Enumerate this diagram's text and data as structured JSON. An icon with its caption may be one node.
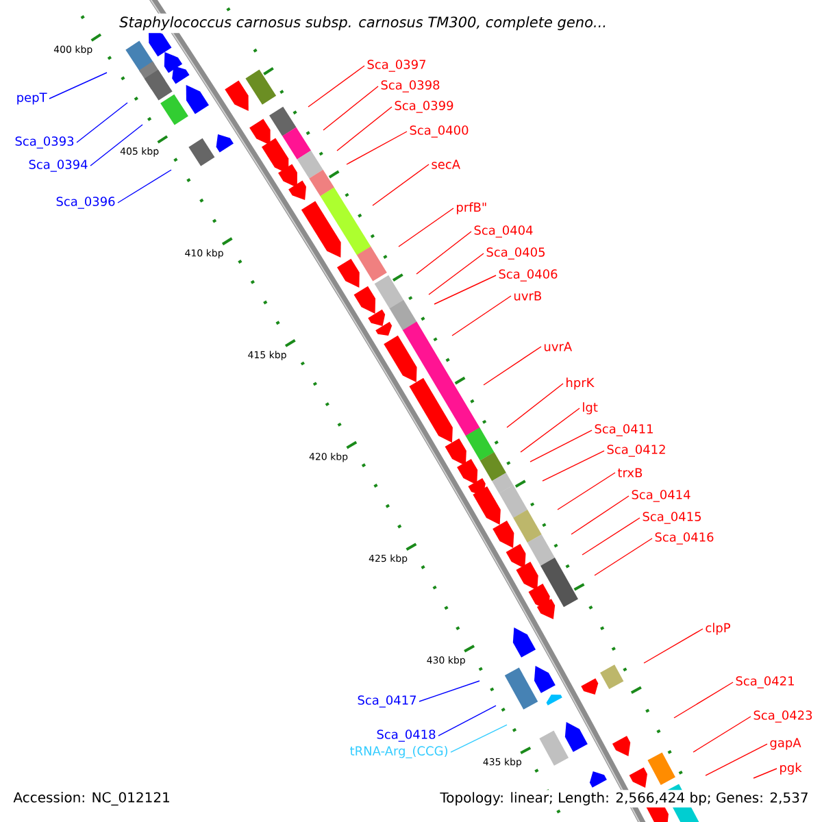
{
  "diagram": {
    "title": "Staphylococcus carnosus subsp. carnosus TM300, complete geno...",
    "nodes": [
      {
        "text": [
          "Sca_0397"
        ]
      },
      {
        "text": [
          "Sca_0398"
        ]
      },
      {
        "text": [
          "pepT"
        ]
      },
      {
        "text": [
          "Sca_0399"
        ]
      },
      {
        "text": [
          "Sca_0400"
        ]
      },
      {
        "text": [
          "Sca_0393"
        ]
      },
      {
        "text": [
          "secA"
        ]
      },
      {
        "text": [
          "Sca_0394"
        ]
      },
      {
        "text": [
          "Sca_0396"
        ]
      },
      {
        "text": [
          "prfB\""
        ]
      },
      {
        "text": [
          "Sca_0404"
        ]
      },
      {
        "text": [
          "Sca_0405"
        ]
      },
      {
        "text": [
          "Sca_0406"
        ]
      },
      {
        "text": [
          "uvrB"
        ]
      },
      {
        "text": [
          "uvrA"
        ]
      },
      {
        "text": [
          "hprK"
        ]
      },
      {
        "text": [
          "lgt"
        ]
      },
      {
        "text": [
          "Sca_0411"
        ]
      },
      {
        "text": [
          "Sca_0412"
        ]
      },
      {
        "text": [
          "trxB"
        ]
      },
      {
        "text": [
          "Sca_0414"
        ]
      },
      {
        "text": [
          "Sca_0415"
        ]
      },
      {
        "text": [
          "Sca_0416"
        ]
      },
      {
        "text": [
          "clpP"
        ]
      },
      {
        "text": [
          "Sca_0421"
        ]
      },
      {
        "text": [
          "Sca_0417"
        ]
      },
      {
        "text": [
          "Sca_0423"
        ]
      },
      {
        "text": [
          "Sca_0418"
        ]
      },
      {
        "text": [
          "gapA"
        ]
      },
      {
        "text": [
          "tRNA-Arg_(CCG)"
        ]
      },
      {
        "text": [
          "pgk"
        ]
      }
    ],
    "edges": [
      {
        "from": 0,
        "to": null,
        "arrow": "none"
      },
      {
        "from": 1,
        "to": null,
        "arrow": "none"
      },
      {
        "from": 2,
        "to": null,
        "arrow": "none",
        "color": "#0000ff"
      },
      {
        "from": 3,
        "to": null,
        "arrow": "none"
      },
      {
        "from": 4,
        "to": null,
        "arrow": "none"
      },
      {
        "from": 5,
        "to": null,
        "arrow": "none",
        "color": "#0000ff"
      },
      {
        "from": 6,
        "to": null,
        "arrow": "none"
      },
      {
        "from": 7,
        "to": null,
        "arrow": "none",
        "color": "#0000ff"
      },
      {
        "from": 8,
        "to": null,
        "arrow": "none",
        "color": "#0000ff"
      },
      {
        "from": 9,
        "to": null,
        "arrow": "none"
      },
      {
        "from": 10,
        "to": null,
        "arrow": "none"
      },
      {
        "from": 11,
        "to": null,
        "arrow": "none"
      },
      {
        "from": 12,
        "to": null,
        "arrow": "none"
      },
      {
        "from": 13,
        "to": null,
        "arrow": "none"
      },
      {
        "from": 14,
        "to": null,
        "arrow": "none"
      },
      {
        "from": 15,
        "to": null,
        "arrow": "none"
      },
      {
        "from": 16,
        "to": null,
        "arrow": "none"
      },
      {
        "from": 17,
        "to": null,
        "arrow": "none"
      },
      {
        "from": 18,
        "to": null,
        "arrow": "none"
      },
      {
        "from": 19,
        "to": null,
        "arrow": "none"
      },
      {
        "from": 20,
        "to": null,
        "arrow": "none"
      },
      {
        "from": 21,
        "to": null,
        "arrow": "none"
      },
      {
        "from": 22,
        "to": null,
        "arrow": "none"
      },
      {
        "from": 23,
        "to": null,
        "arrow": "none"
      },
      {
        "from": 24,
        "to": null,
        "arrow": "none"
      },
      {
        "from": 25,
        "to": null,
        "arrow": "none",
        "color": "#0000ff"
      },
      {
        "from": 26,
        "to": null,
        "arrow": "none"
      },
      {
        "from": 27,
        "to": null,
        "arrow": "none",
        "color": "#0000ff"
      },
      {
        "from": 28,
        "to": null,
        "arrow": "none"
      },
      {
        "from": 29,
        "to": null,
        "arrow": "none",
        "color": "#33ccff"
      },
      {
        "from": 30,
        "to": null,
        "arrow": "none"
      }
    ],
    "labels": [
      "400 kbp",
      "405 kbp",
      "410 kbp",
      "415 kbp",
      "420 kbp",
      "425 kbp",
      "430 kbp",
      "435 kbp",
      "Accession: NC_012121",
      "Topology: linear; Length: 2,566,424 bp; Genes: 2,537"
    ]
  }
}
